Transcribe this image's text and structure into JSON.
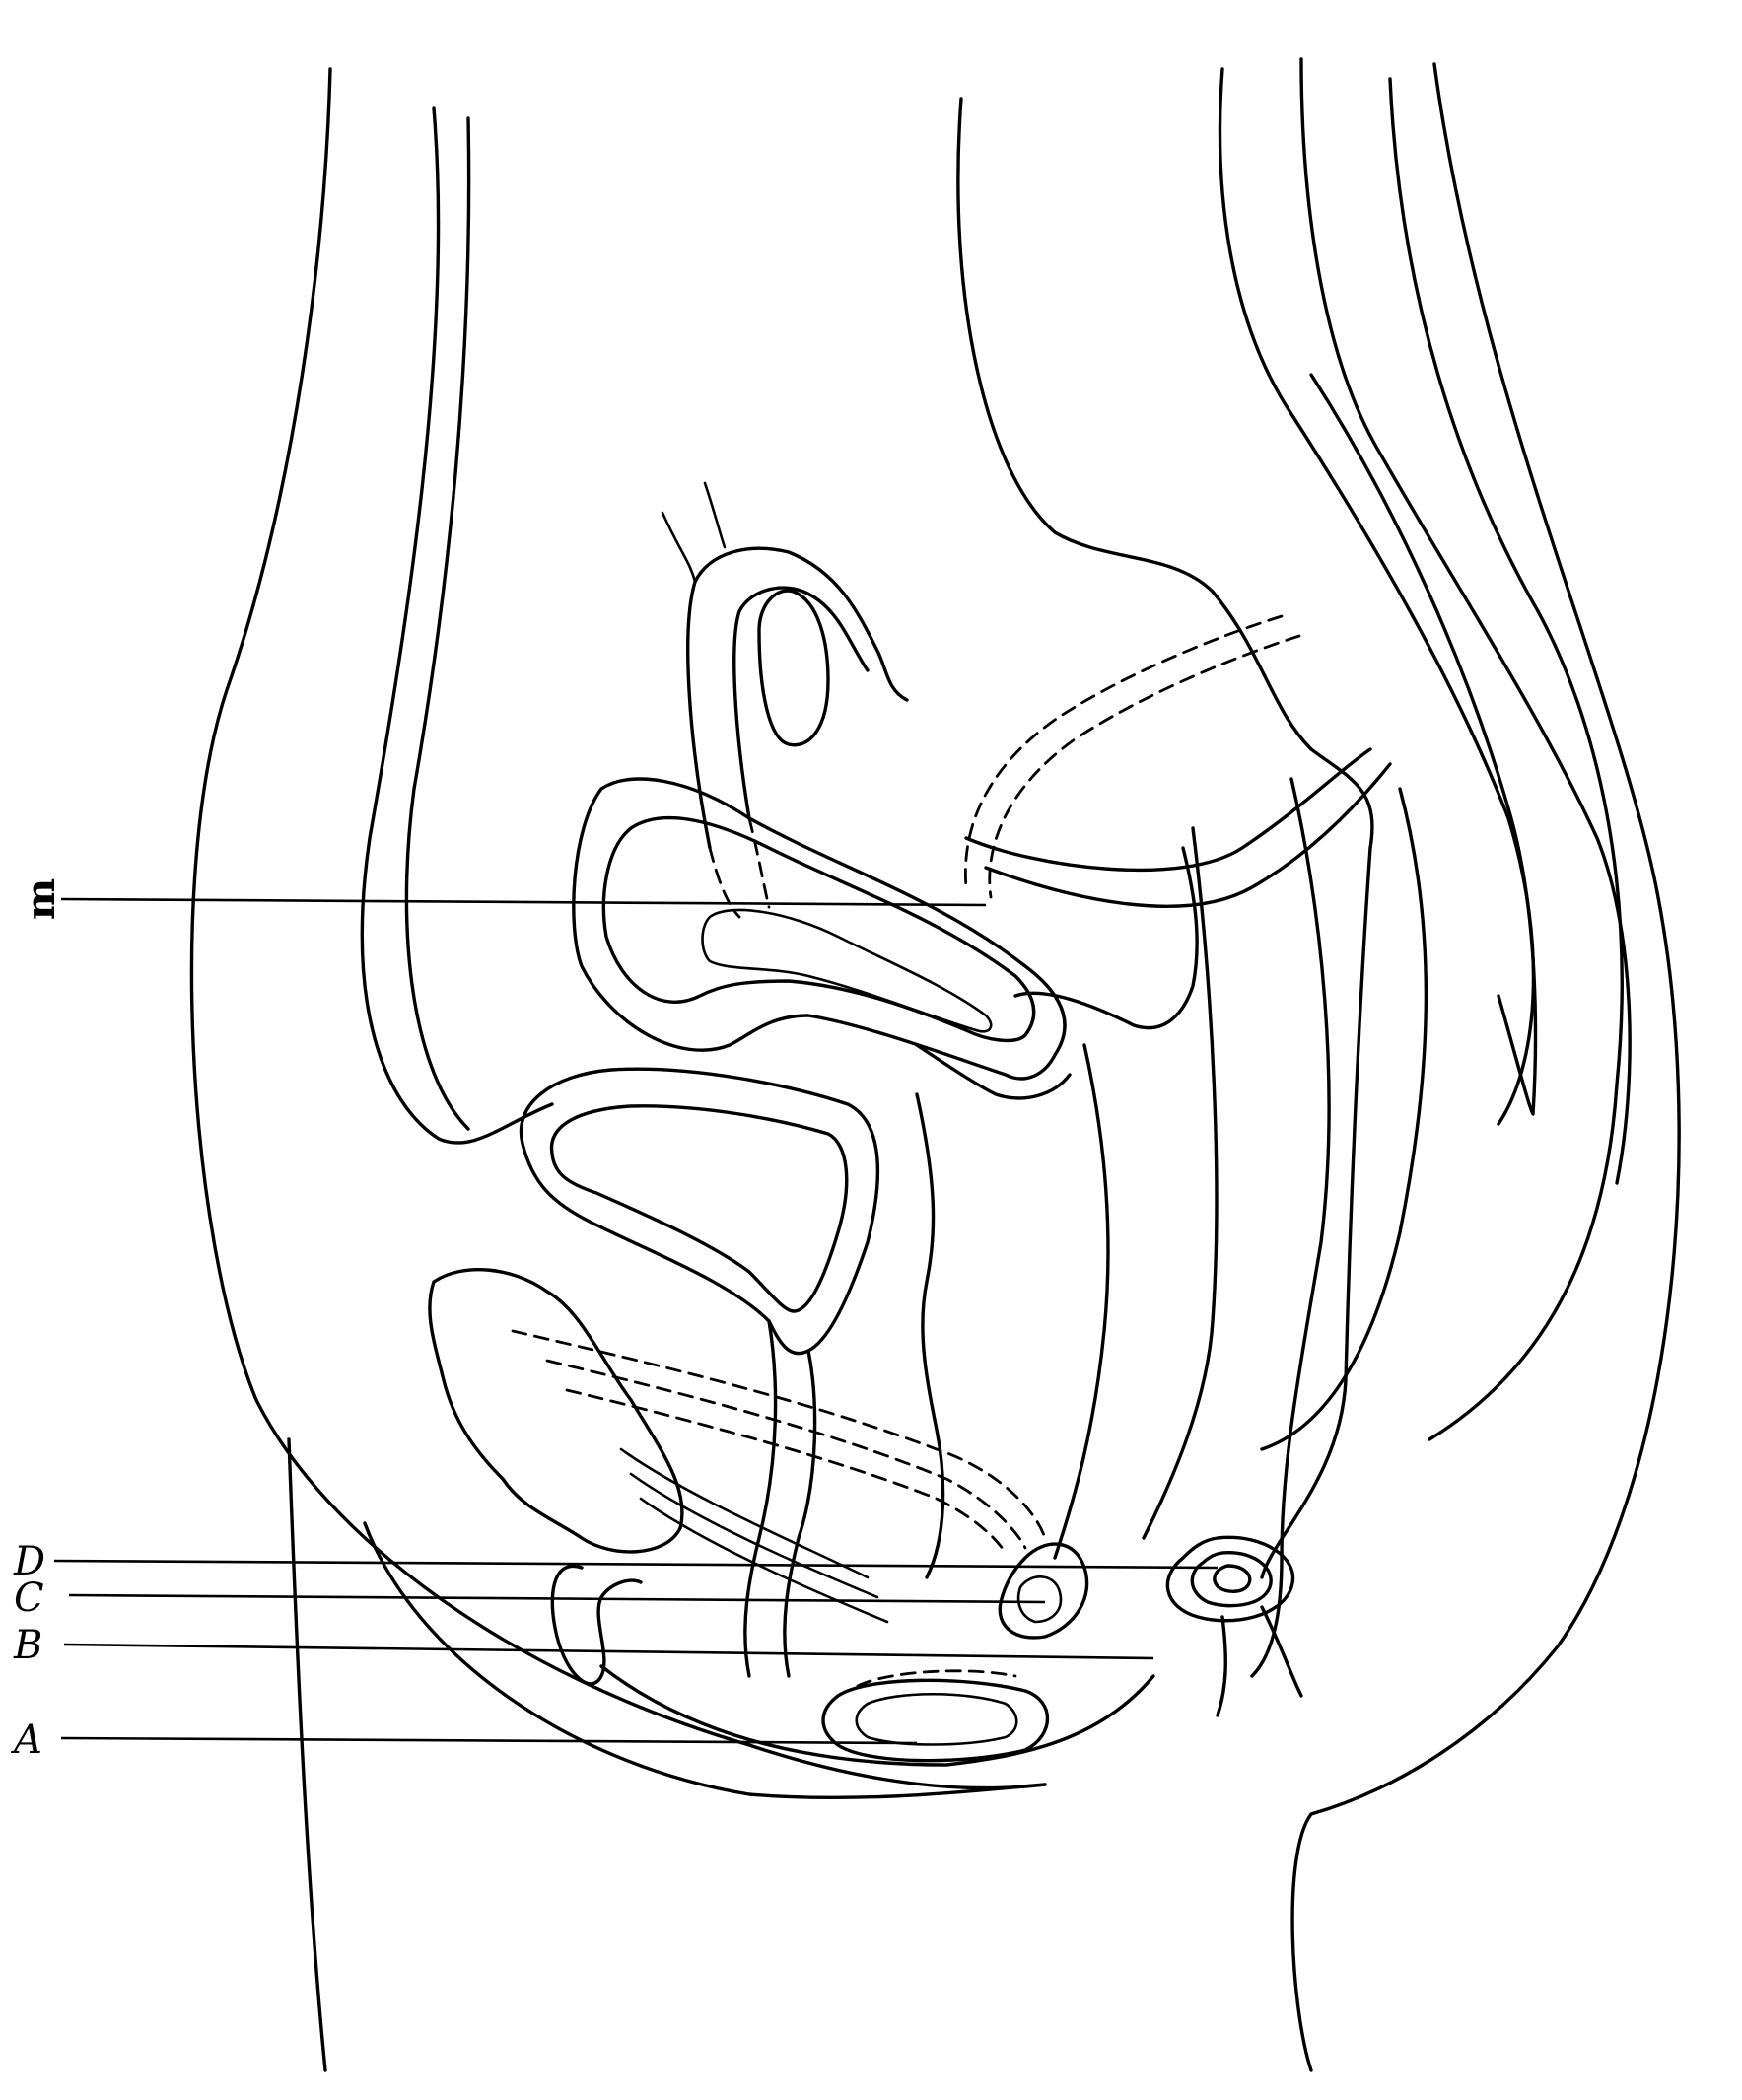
{
  "diagram": {
    "labels": [
      {
        "id": "m",
        "text": "m"
      },
      {
        "id": "D",
        "text": "D"
      },
      {
        "id": "C",
        "text": "C"
      },
      {
        "id": "B",
        "text": "B"
      },
      {
        "id": "A",
        "text": "A"
      }
    ],
    "colors": {
      "ink": "#000000",
      "paper": "#ffffff"
    }
  }
}
